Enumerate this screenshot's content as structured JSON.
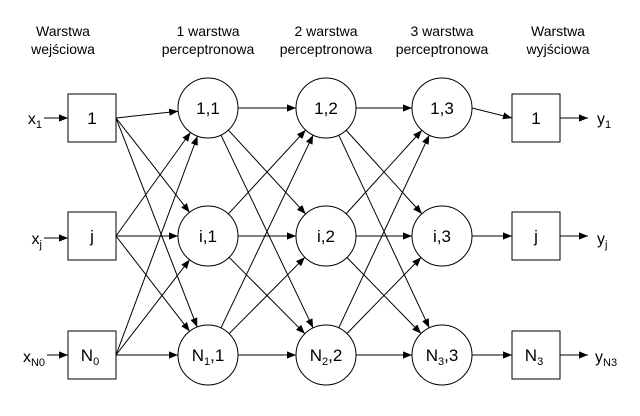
{
  "headers": {
    "input_layer": [
      "Warstwa",
      "wejściowa"
    ],
    "layer1": [
      "1 warstwa",
      "perceptronowa"
    ],
    "layer2": [
      "2 warstwa",
      "perceptronowa"
    ],
    "layer3": [
      "3 warstwa",
      "perceptronowa"
    ],
    "output_layer": [
      "Warstwa",
      "wyjściowa"
    ]
  },
  "inputs": [
    {
      "main": "x",
      "sub": "1"
    },
    {
      "main": "x",
      "sub": "j"
    },
    {
      "main": "x",
      "sub": "N0"
    }
  ],
  "input_boxes": [
    {
      "main": "1",
      "sub": ""
    },
    {
      "main": "j",
      "sub": ""
    },
    {
      "main": "N",
      "sub": "0"
    }
  ],
  "layer1_nodes": [
    {
      "label": "1,1"
    },
    {
      "label": "i,1"
    },
    {
      "parts": [
        "N",
        "1",
        ",1"
      ]
    }
  ],
  "layer2_nodes": [
    {
      "label": "1,2"
    },
    {
      "label": "i,2"
    },
    {
      "parts": [
        "N",
        "2",
        ",2"
      ]
    }
  ],
  "layer3_nodes": [
    {
      "label": "1,3"
    },
    {
      "label": "i,3"
    },
    {
      "parts": [
        "N",
        "3",
        ",3"
      ]
    }
  ],
  "output_boxes": [
    {
      "main": "1",
      "sub": ""
    },
    {
      "main": "j",
      "sub": ""
    },
    {
      "main": "N",
      "sub": "3"
    }
  ],
  "outputs": [
    {
      "main": "y",
      "sub": "1"
    },
    {
      "main": "y",
      "sub": "j"
    },
    {
      "main": "y",
      "sub": "N3"
    }
  ]
}
